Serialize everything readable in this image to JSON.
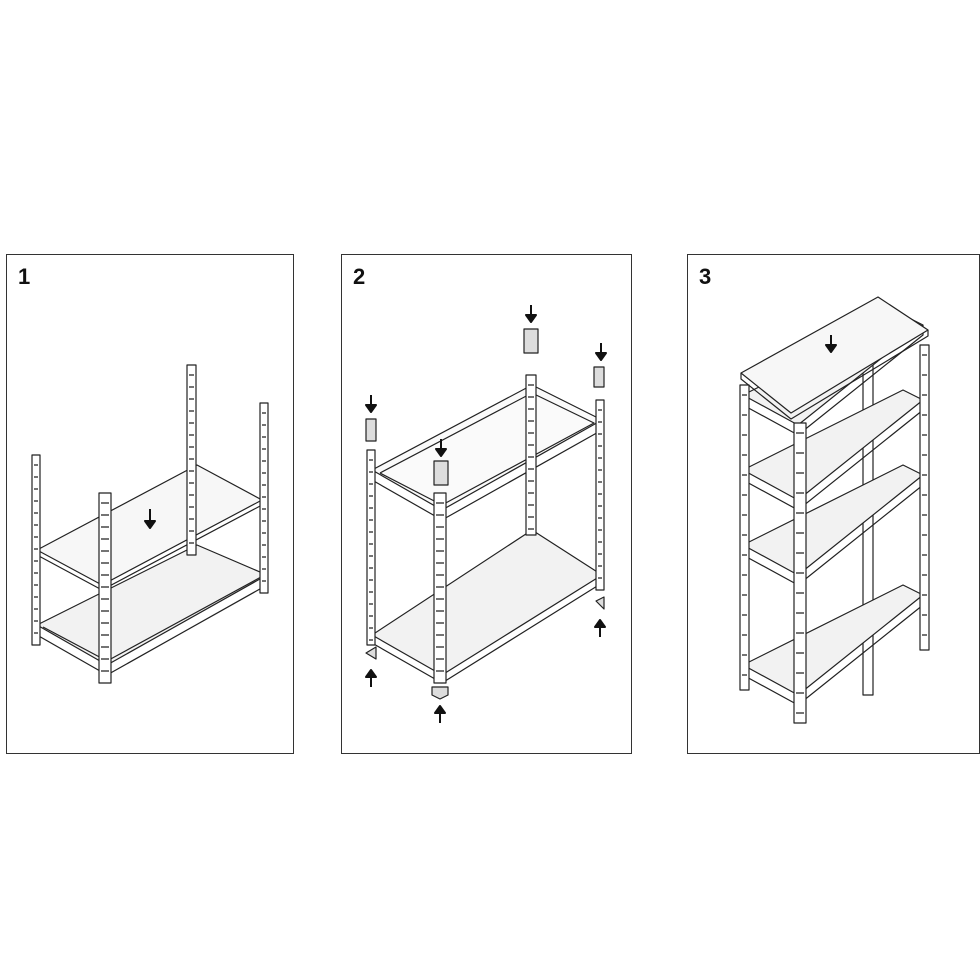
{
  "steps": [
    {
      "number": "1"
    },
    {
      "number": "2"
    },
    {
      "number": "3"
    }
  ],
  "colors": {
    "line": "#222222",
    "shelf": "#f2f2f2",
    "background": "#ffffff"
  }
}
